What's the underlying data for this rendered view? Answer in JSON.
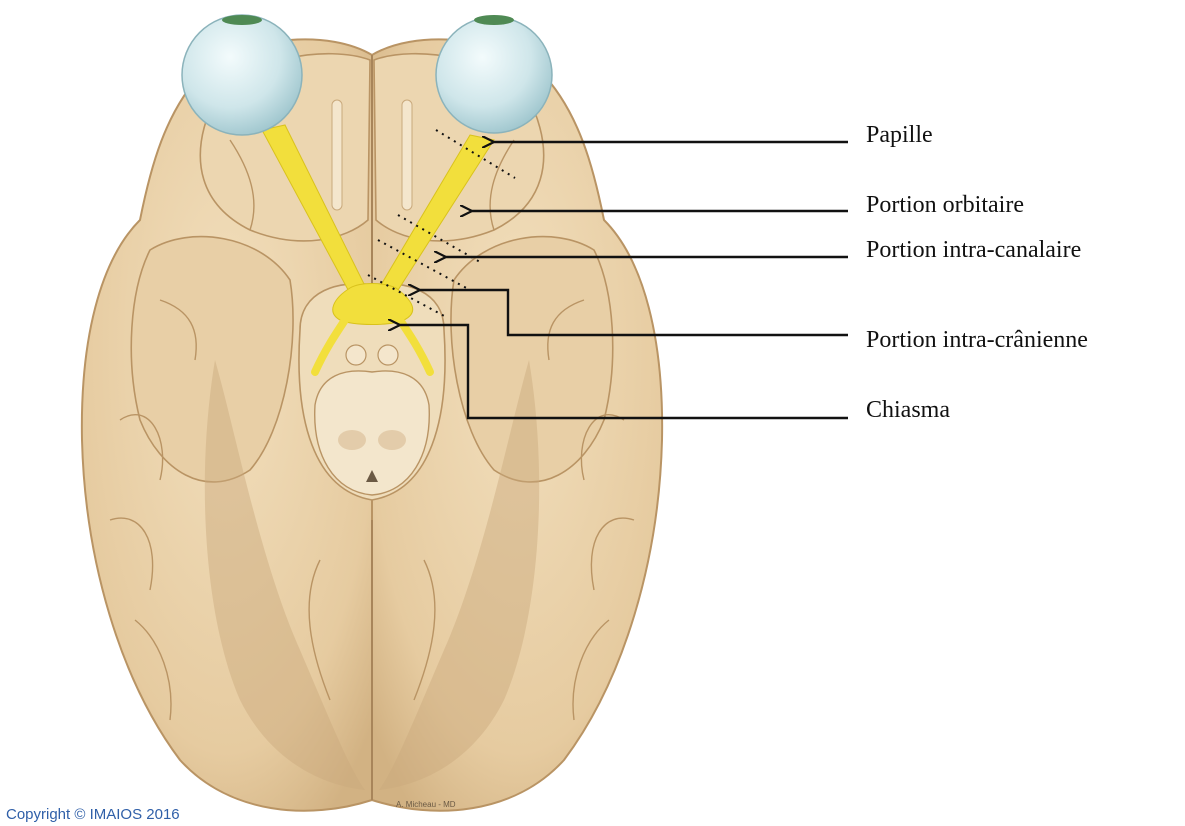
{
  "labels": {
    "papille": "Papille",
    "orbitaire": "Portion orbitaire",
    "canalaire": "Portion intra-canalaire",
    "cranienne": "Portion intra-crânienne",
    "chiasma": "Chiasma"
  },
  "copyright": "Copyright © IMAIOS 2016",
  "signature": "A. Micheau - MD",
  "colors": {
    "brain": "#ead2ab",
    "brain_shadow": "#c9a97c",
    "sulcus": "#b99464",
    "nerve": "#f2df3c",
    "eye": "#cfe6ea",
    "arrow": "#111111",
    "copyright": "#2f5fa8"
  }
}
